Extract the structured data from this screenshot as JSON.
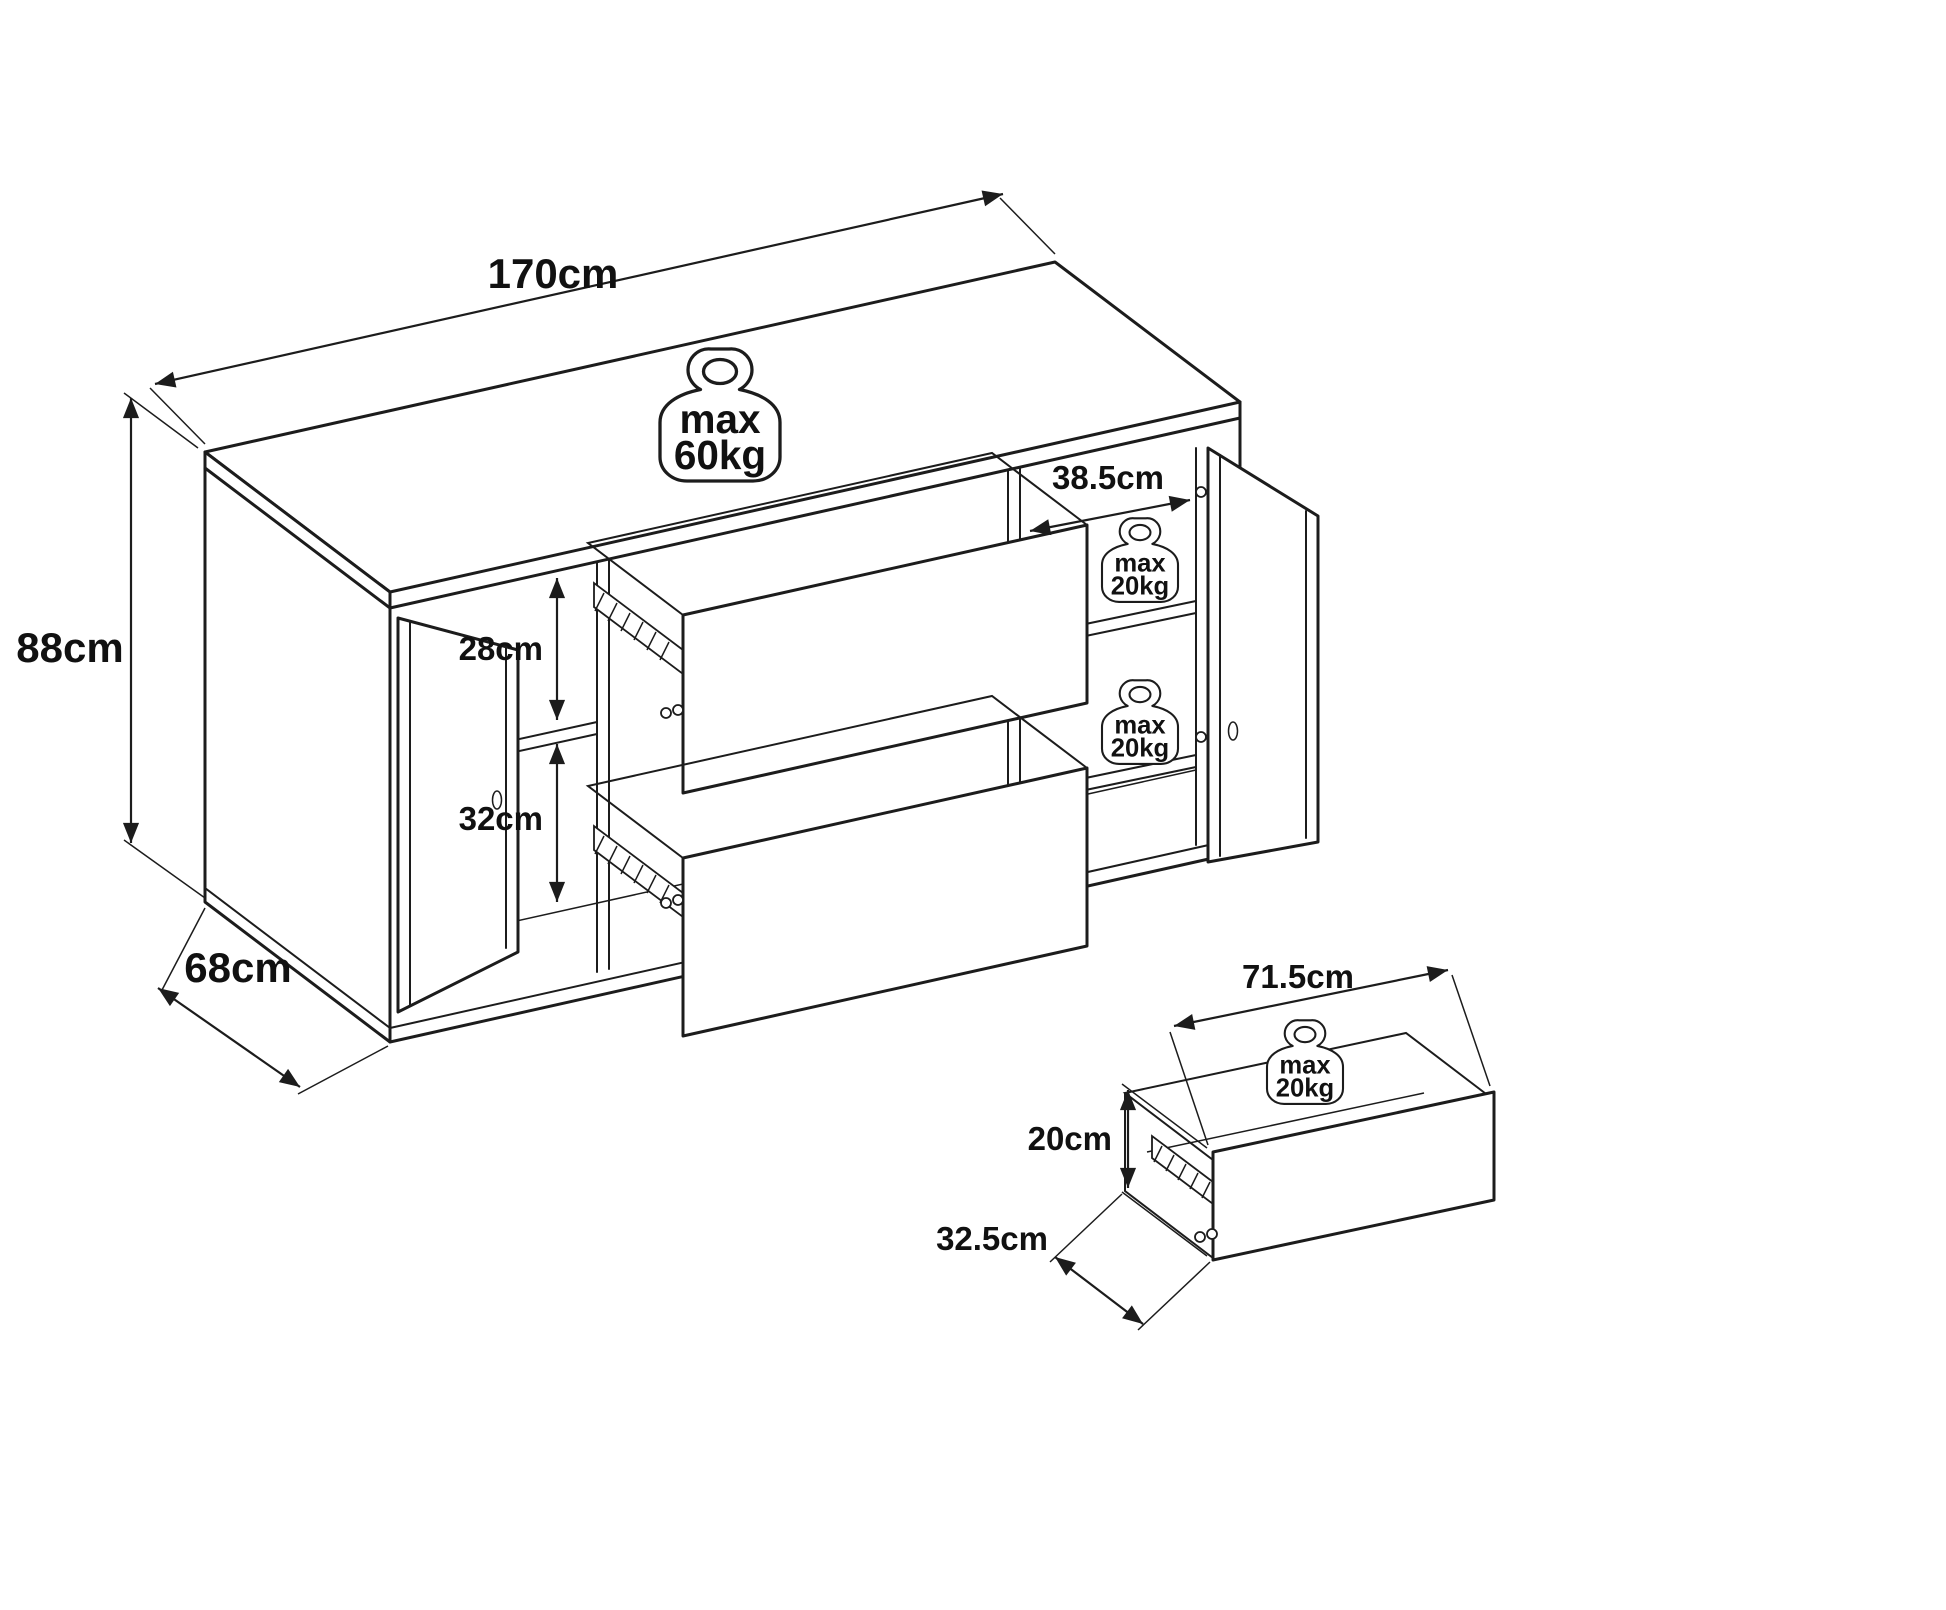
{
  "diagram": {
    "type": "furniture-dimension-drawing",
    "product": "sideboard-with-2-doors-2-drawers",
    "dimensions": {
      "width": "170cm",
      "height": "88cm",
      "depth": "68cm",
      "right_compartment_width": "38.5cm",
      "left_upper_compartment_height": "28cm",
      "left_lower_compartment_height": "32cm"
    },
    "load_limits": {
      "top_surface": {
        "label": "max",
        "value": "60kg"
      },
      "upper_shelf": {
        "label": "max",
        "value": "20kg"
      },
      "lower_shelf": {
        "label": "max",
        "value": "20kg"
      },
      "drawer": {
        "label": "max",
        "value": "20kg"
      }
    },
    "drawer_detail": {
      "width": "71.5cm",
      "height": "20cm",
      "depth": "32.5cm"
    },
    "colors": {
      "line": "#1c1c1c",
      "background": "#ffffff"
    }
  }
}
